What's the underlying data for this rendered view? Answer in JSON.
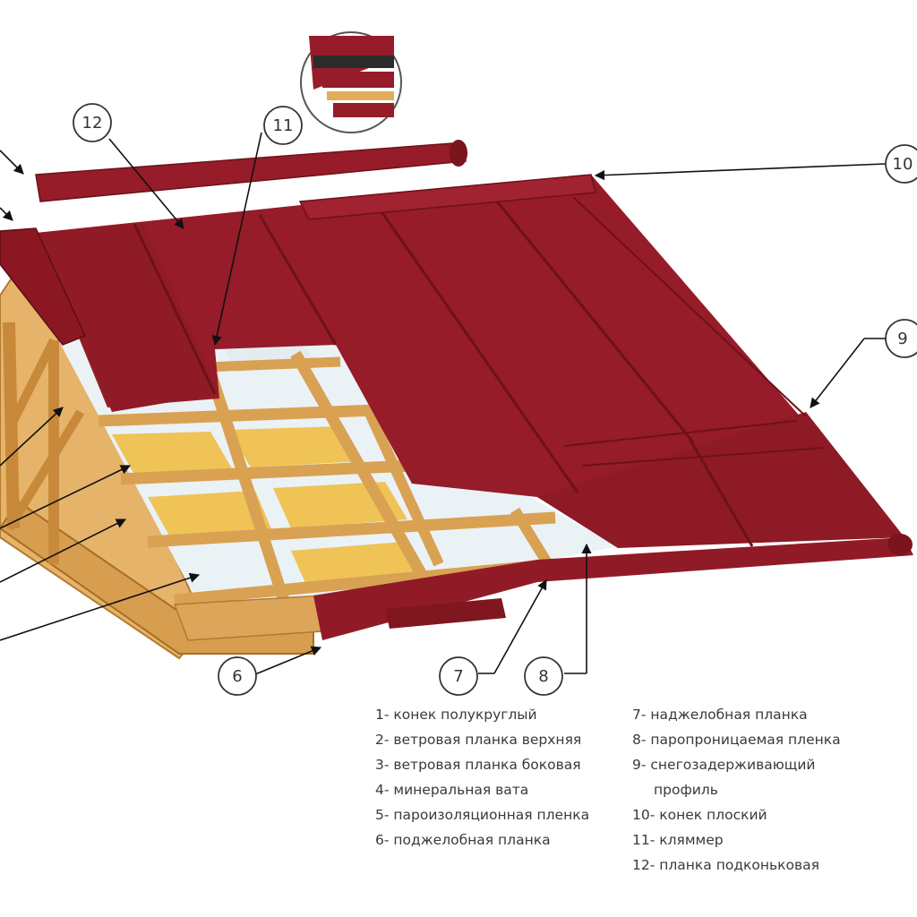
{
  "colors": {
    "roof": "#951c28",
    "roof_dark": "#6e1119",
    "roof_light": "#a8303a",
    "timber": "#e2ac5c",
    "timber_dark": "#b27a30",
    "insulation": "#efc356",
    "membrane": "#eaf2f6"
  },
  "callouts": {
    "c6": "6",
    "c7": "7",
    "c8": "8",
    "c9": "9",
    "c10": "10",
    "c11": "11",
    "c12": "12"
  },
  "legend": {
    "left": [
      "1- конек полукруглый",
      "2- ветровая планка верхняя",
      "3- ветровая планка боковая",
      "4- минеральная вата",
      "5- пароизоляционная пленка",
      "6- поджелобная планка"
    ],
    "right": [
      "7- наджелобная планка",
      "8- паропроницаемая пленка",
      "9- снегозадерживающий",
      "профиль",
      "10- конек плоский",
      "11- кляммер",
      "12- планка подконьковая"
    ]
  }
}
